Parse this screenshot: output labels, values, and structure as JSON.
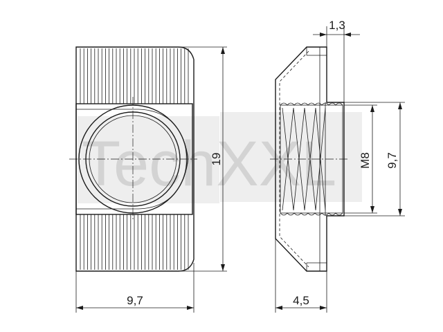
{
  "watermark": {
    "text": "TechXXL"
  },
  "dimensions": {
    "front_width": "9,7",
    "front_height": "19",
    "side_thickness": "4,5",
    "side_collar": "1,3",
    "thread": "M8",
    "side_height": "9,7"
  },
  "colors": {
    "line": "#1a1a1a",
    "watermark": "#bdbdbd"
  }
}
